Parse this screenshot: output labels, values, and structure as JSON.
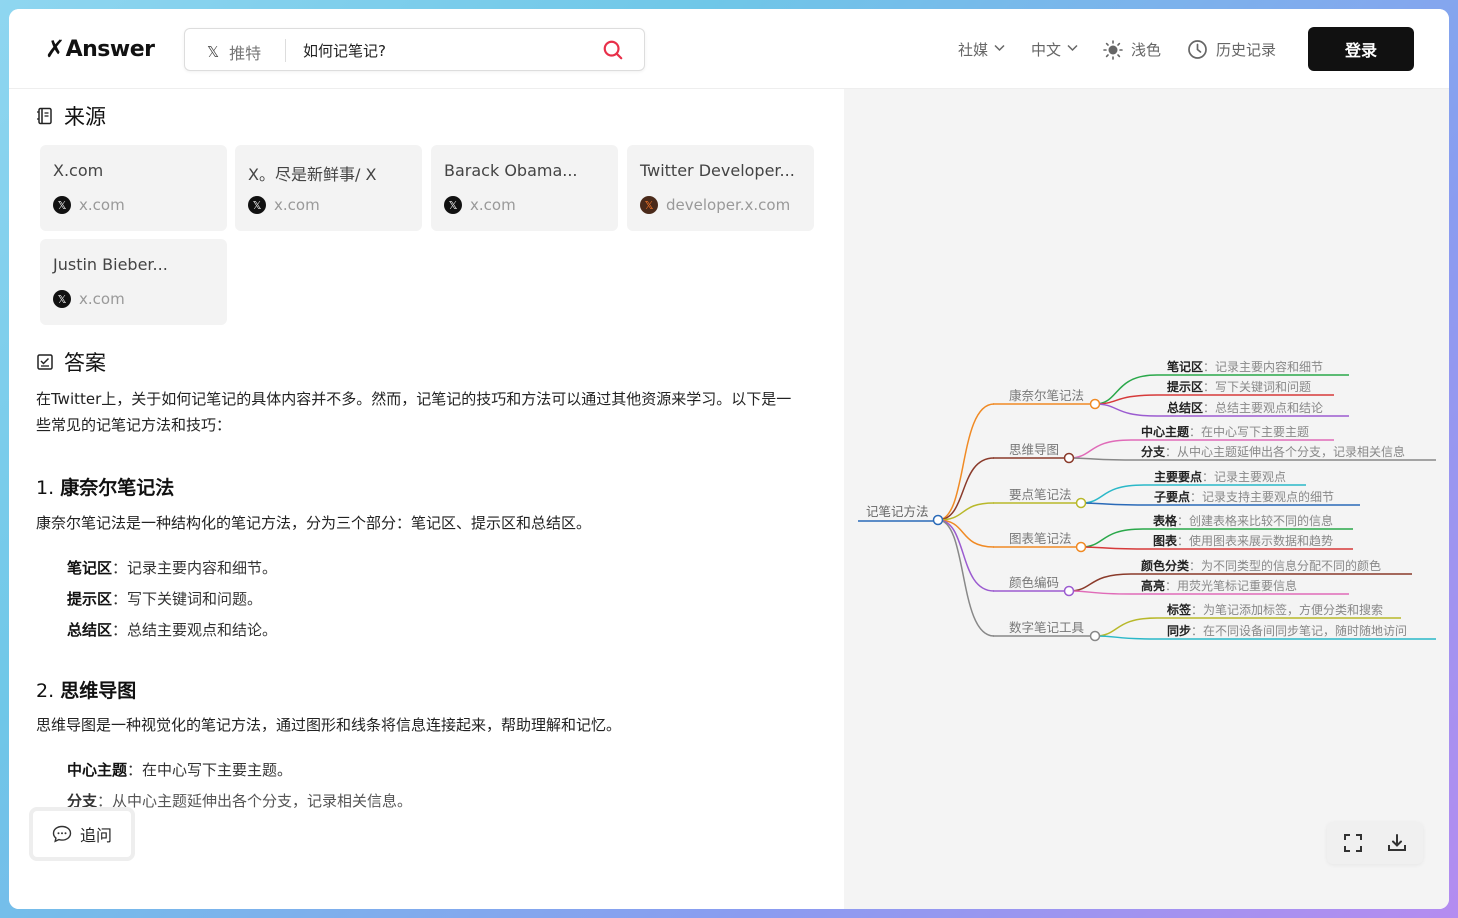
{
  "header": {
    "logo_text": "Answer",
    "search": {
      "platform_label": "推特",
      "query": "如何记笔记?",
      "placeholder": ""
    },
    "nav": {
      "social_label": "社媒",
      "lang_label": "中文",
      "theme_label": "浅色",
      "history_label": "历史记录",
      "login_label": "登录"
    }
  },
  "sources": {
    "title": "来源",
    "cards": [
      {
        "title": "X.com",
        "domain": "x.com"
      },
      {
        "title": "X。尽是新鲜事/ X",
        "domain": "x.com"
      },
      {
        "title": "Barack Obama...",
        "domain": "x.com"
      },
      {
        "title": "Twitter Developer...",
        "domain": "developer.x.com"
      },
      {
        "title": "Justin Bieber...",
        "domain": "x.com"
      }
    ]
  },
  "answer": {
    "title": "答案",
    "intro_line1": "在Twitter上，关于如何记笔记的具体内容并不多。然而，记笔记的技巧和方法可以通过其他资源来学习。以下是一",
    "intro_line2": "些常见的记笔记方法和技巧：",
    "sections": [
      {
        "num": "1.",
        "heading": "康奈尔笔记法",
        "desc": "康奈尔笔记法是一种结构化的笔记方法，分为三个部分：笔记区、提示区和总结区。",
        "items": [
          {
            "term": "笔记区",
            "text": "：记录主要内容和细节。"
          },
          {
            "term": "提示区",
            "text": "：写下关键词和问题。"
          },
          {
            "term": "总结区",
            "text": "：总结主要观点和结论。"
          }
        ]
      },
      {
        "num": "2.",
        "heading": "思维导图",
        "desc": "思维导图是一种视觉化的笔记方法，通过图形和线条将信息连接起来，帮助理解和记忆。",
        "items": [
          {
            "term": "中心主题",
            "text": "：在中心写下主要主题。"
          },
          {
            "term": "分支",
            "text": "：从中心主题延伸出各个分支，记录相关信息。"
          }
        ]
      }
    ],
    "followup_label": "追问"
  },
  "mindmap": {
    "root": "记笔记方法",
    "branches": [
      {
        "label": "康奈尔笔记法",
        "color": "#f08a24",
        "leaves": [
          {
            "term": "笔记区",
            "text": "：记录主要内容和细节",
            "color": "#2aa84a"
          },
          {
            "term": "提示区",
            "text": "：写下关键词和问题",
            "color": "#d63a3a"
          },
          {
            "term": "总结区",
            "text": "：总结主要观点和结论",
            "color": "#9b5bd0"
          }
        ]
      },
      {
        "label": "思维导图",
        "color": "#8a3a2a",
        "leaves": [
          {
            "term": "中心主题",
            "text": "：在中心写下主要主题",
            "color": "#e06bb8"
          },
          {
            "term": "分支",
            "text": "：从中心主题延伸出各个分支，记录相关信息",
            "color": "#888888"
          }
        ]
      },
      {
        "label": "要点笔记法",
        "color": "#b8b82a",
        "leaves": [
          {
            "term": "主要要点",
            "text": "：记录主要观点",
            "color": "#2ab8c8"
          },
          {
            "term": "子要点",
            "text": "：记录支持主要观点的细节",
            "color": "#2a6ab8"
          }
        ]
      },
      {
        "label": "图表笔记法",
        "color": "#f08a24",
        "leaves": [
          {
            "term": "表格",
            "text": "：创建表格来比较不同的信息",
            "color": "#2aa84a"
          },
          {
            "term": "图表",
            "text": "：使用图表来展示数据和趋势",
            "color": "#d63a3a"
          }
        ]
      },
      {
        "label": "颜色编码",
        "color": "#9b5bd0",
        "leaves": [
          {
            "term": "颜色分类",
            "text": "：为不同类型的信息分配不同的颜色",
            "color": "#8a3a2a"
          },
          {
            "term": "高亮",
            "text": "：用荧光笔标记重要信息",
            "color": "#e06bb8"
          }
        ]
      },
      {
        "label": "数字笔记工具",
        "color": "#888888",
        "leaves": [
          {
            "term": "标签",
            "text": "：为笔记添加标签，方便分类和搜索",
            "color": "#b8b82a"
          },
          {
            "term": "同步",
            "text": "：在不同设备间同步笔记，随时随地访问",
            "color": "#2ab8c8"
          }
        ]
      }
    ]
  },
  "colors": {
    "accent_search": "#e8304a",
    "root_line": "#2a6ab8"
  }
}
